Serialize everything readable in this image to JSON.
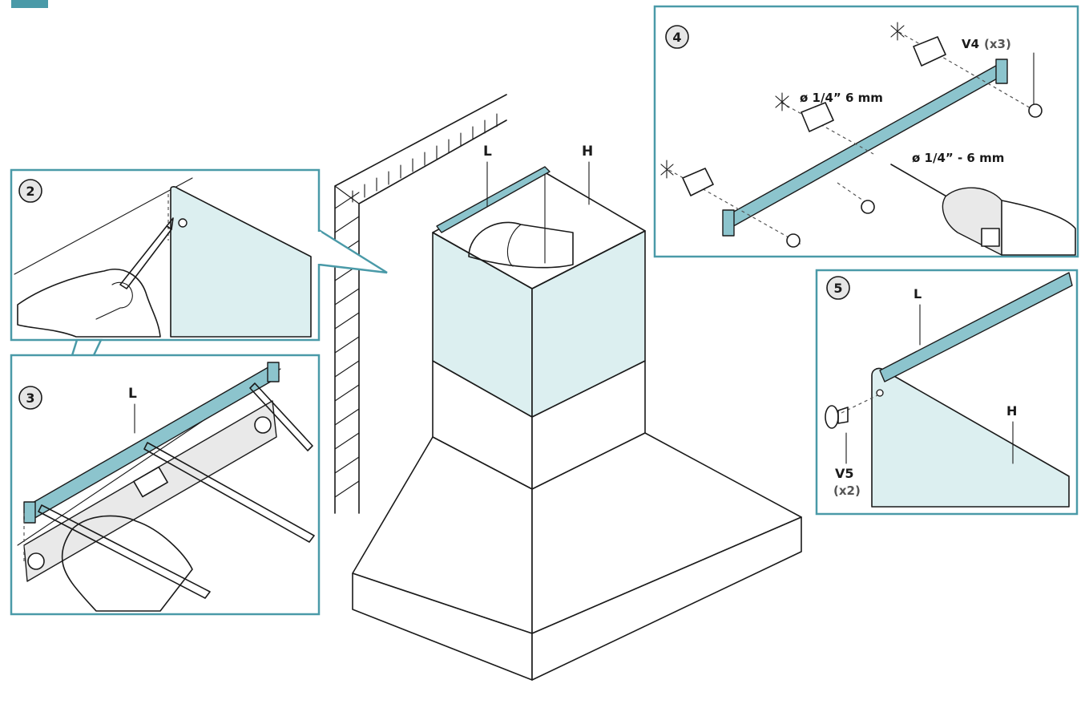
{
  "colors": {
    "accent_teal": "#4a9aa8",
    "panel_tint": "#dceff0",
    "bracket_fill": "#8cc4cd",
    "corner_tab": "#4a9aa8"
  },
  "icons": [
    "pencil-icon",
    "hand-icon",
    "spirit-level-icon",
    "drill-icon",
    "wall-plug-icon",
    "screw-icon",
    "wing-screw-icon"
  ],
  "main": {
    "label_bracket": "L",
    "label_cover": "H"
  },
  "step2": {
    "number": "2"
  },
  "step3": {
    "number": "3",
    "label_bracket": "L"
  },
  "step4": {
    "number": "4",
    "screw_label": "V4",
    "screw_qty": "(x3)",
    "plug_hole_label": "ø 1/4” 6 mm",
    "drill_label": "ø 1/4” - 6 mm"
  },
  "step5": {
    "number": "5",
    "label_bracket": "L",
    "label_cover": "H",
    "screw_label": "V5",
    "screw_qty": "(x2)"
  }
}
